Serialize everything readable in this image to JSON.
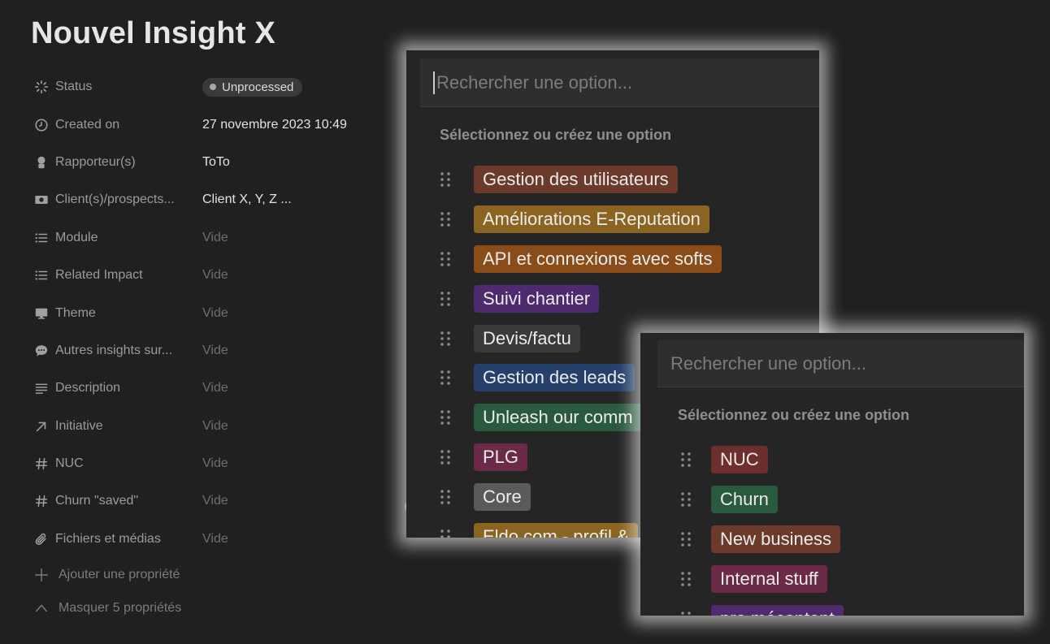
{
  "page": {
    "title": "Nouvel Insight X"
  },
  "properties": [
    {
      "icon": "status-icon",
      "label": "Status",
      "value": "Unprocessed",
      "type": "status"
    },
    {
      "icon": "clock-icon",
      "label": "Created on",
      "value": "27 novembre 2023 10:49",
      "type": "text"
    },
    {
      "icon": "person-icon",
      "label": "Rapporteur(s)",
      "value": "ToTo",
      "type": "text"
    },
    {
      "icon": "money-icon",
      "label": "Client(s)/prospects...",
      "value": "Client X, Y, Z ...",
      "type": "text"
    },
    {
      "icon": "list-icon",
      "label": "Module",
      "value": "Vide",
      "type": "empty"
    },
    {
      "icon": "list-icon",
      "label": "Related Impact",
      "value": "Vide",
      "type": "empty"
    },
    {
      "icon": "monitor-icon",
      "label": "Theme",
      "value": "Vide",
      "type": "empty"
    },
    {
      "icon": "chat-icon",
      "label": "Autres insights sur...",
      "value": "Vide",
      "type": "empty"
    },
    {
      "icon": "text-lines-icon",
      "label": "Description",
      "value": "Vide",
      "type": "empty"
    },
    {
      "icon": "arrow-up-right-icon",
      "label": "Initiative",
      "value": "Vide",
      "type": "empty"
    },
    {
      "icon": "hash-icon",
      "label": "NUC",
      "value": "Vide",
      "type": "empty"
    },
    {
      "icon": "hash-icon",
      "label": "Churn \"saved\"",
      "value": "Vide",
      "type": "empty"
    },
    {
      "icon": "paperclip-icon",
      "label": "Fichiers et médias",
      "value": "Vide",
      "type": "empty"
    }
  ],
  "footer": {
    "add_label": "Ajouter une propriété",
    "hide_label": "Masquer 5 propriétés"
  },
  "dropdown_main": {
    "placeholder": "Rechercher une option...",
    "heading": "Sélectionnez ou créez une option",
    "options": [
      {
        "label": "Gestion des utilisateurs",
        "color": "#6b3a2a"
      },
      {
        "label": "Améliorations E-Reputation",
        "color": "#8a6420"
      },
      {
        "label": "API et connexions avec softs",
        "color": "#8a4d1a"
      },
      {
        "label": "Suivi chantier",
        "color": "#4f2a6e"
      },
      {
        "label": "Devis/factu",
        "color": "#3a3a3a"
      },
      {
        "label": "Gestion des leads",
        "color": "#24406b"
      },
      {
        "label": "Unleash our comm",
        "color": "#2a5a3e"
      },
      {
        "label": "PLG",
        "color": "#6b2a48"
      },
      {
        "label": "Core",
        "color": "#5a5a5a"
      },
      {
        "label": "Eldo.com - profil &",
        "color": "#8a6420"
      }
    ],
    "edge_char": "é"
  },
  "dropdown_secondary": {
    "placeholder": "Rechercher une option...",
    "heading": "Sélectionnez ou créez une option",
    "options": [
      {
        "label": "NUC",
        "color": "#6e2e2e"
      },
      {
        "label": "Churn",
        "color": "#2a5a3e"
      },
      {
        "label": "New business",
        "color": "#6b3a2a"
      },
      {
        "label": "Internal stuff",
        "color": "#6b2a48"
      },
      {
        "label": "pro mécontent",
        "color": "#4f2a6e"
      }
    ]
  }
}
